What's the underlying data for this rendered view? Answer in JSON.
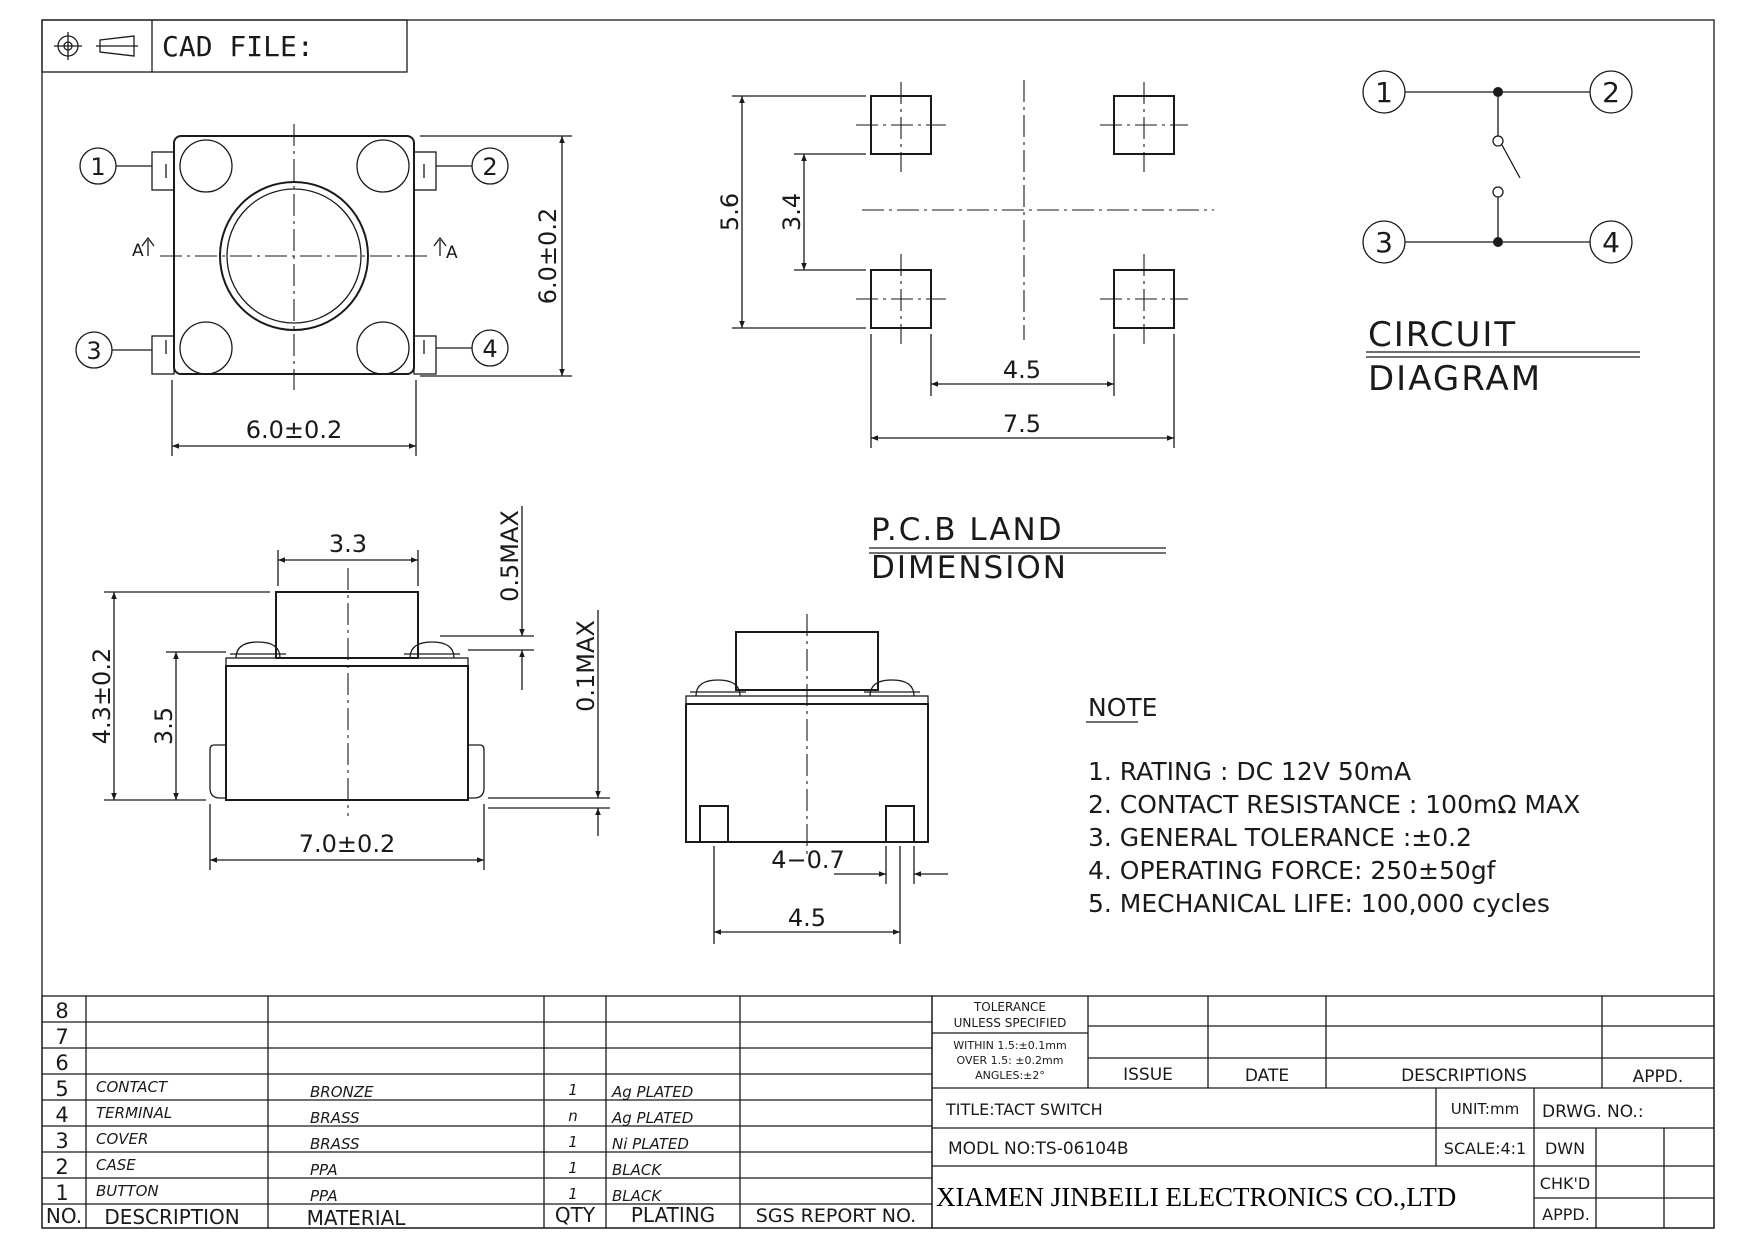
{
  "header": {
    "cad_file_label": "CAD FILE:"
  },
  "top_view": {
    "dim_width": "6.0±0.2",
    "dim_height": "6.0±0.2",
    "section_marker": "A",
    "pins": [
      "1",
      "2",
      "3",
      "4"
    ]
  },
  "pcb_land": {
    "dim_5_6": "5.6",
    "dim_3_4": "3.4",
    "dim_4_5": "4.5",
    "dim_7_5": "7.5",
    "title_line1": "P.C.B LAND",
    "title_line2": "DIMENSION"
  },
  "circuit": {
    "pins": [
      "1",
      "2",
      "3",
      "4"
    ],
    "title_line1": "CIRCUIT",
    "title_line2": "DIAGRAM"
  },
  "side_view": {
    "dim_3_3": "3.3",
    "dim_0_5max": "0.5MAX",
    "dim_4_3": "4.3±0.2",
    "dim_3_5": "3.5",
    "dim_0_1max": "0.1MAX",
    "dim_7_0": "7.0±0.2"
  },
  "front_view": {
    "dim_4_0_7": "4−0.7",
    "dim_4_5": "4.5"
  },
  "notes": {
    "heading": "NOTE",
    "items": [
      "1. RATING : DC  12V   50mA",
      "2. CONTACT RESISTANCE : 100mΩ MAX",
      "3. GENERAL TOLERANCE :±0.2",
      "4. OPERATING FORCE: 250±50gf",
      "5. MECHANICAL LIFE: 100,000  cycles"
    ]
  },
  "bom": {
    "headers": [
      "NO.",
      "DESCRIPTION",
      "MATERIAL",
      "QTY",
      "PLATING",
      "SGS REPORT NO."
    ],
    "rows": [
      {
        "no": "8",
        "description": "",
        "material": "",
        "qty": "",
        "plating": ""
      },
      {
        "no": "7",
        "description": "",
        "material": "",
        "qty": "",
        "plating": ""
      },
      {
        "no": "6",
        "description": "",
        "material": "",
        "qty": "",
        "plating": ""
      },
      {
        "no": "5",
        "description": "CONTACT",
        "material": "BRONZE",
        "qty": "1",
        "plating": "Ag PLATED"
      },
      {
        "no": "4",
        "description": "TERMINAL",
        "material": "BRASS",
        "qty": "n",
        "plating": "Ag PLATED"
      },
      {
        "no": "3",
        "description": "COVER",
        "material": "BRASS",
        "qty": "1",
        "plating": "Ni PLATED"
      },
      {
        "no": "2",
        "description": "CASE",
        "material": "PPA",
        "qty": "1",
        "plating": "BLACK"
      },
      {
        "no": "1",
        "description": "BUTTON",
        "material": "PPA",
        "qty": "1",
        "plating": "BLACK"
      }
    ]
  },
  "title_block": {
    "tol_line1": "TOLERANCE",
    "tol_line2": "UNLESS SPECIFIED",
    "tol_line3": "WITHIN 1.5:±0.1mm",
    "tol_line4": "OVER 1.5: ±0.2mm",
    "tol_line5": "ANGLES:±2°",
    "issue": "ISSUE",
    "date": "DATE",
    "descriptions": "DESCRIPTIONS",
    "appd": "APPD.",
    "title": "TITLE:TACT SWITCH",
    "unit": "UNIT:mm",
    "drwg_no": "DRWG. NO.:",
    "model": "MODL NO:TS-06104B",
    "scale": "SCALE:4:1",
    "dwn": "DWN",
    "chkd": "CHK'D",
    "appd2": "APPD.",
    "company": "XIAMEN JINBEILI ELECTRONICS CO.,LTD"
  }
}
